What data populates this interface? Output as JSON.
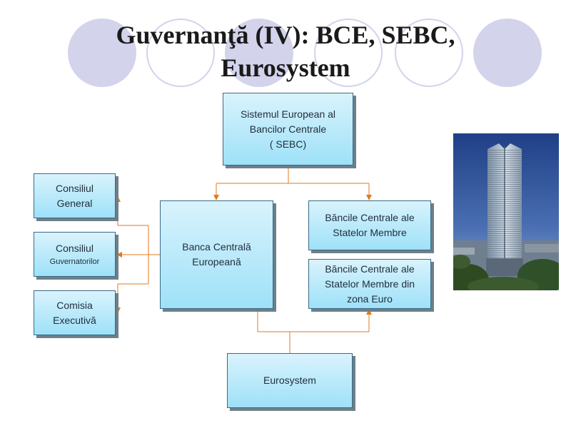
{
  "slide": {
    "title_line1": "Guvernanţă (IV): BCE, SEBC,",
    "title_line2": "Eurosystem"
  },
  "boxes": {
    "sebc": {
      "line1": "Sistemul European al",
      "line2": "Bancilor Centrale",
      "line3": "( SEBC)"
    },
    "bce": {
      "line1": "Banca Centrală",
      "line2": "Europeană"
    },
    "bcsm": {
      "line1": "Băncile Centrale ale",
      "line2": "Statelor Membre"
    },
    "bcsm_euro": {
      "line1": "Băncile Centrale ale",
      "line2": "Statelor Membre din",
      "line3": "zona Euro"
    },
    "consiliul_general": {
      "line1": "Consiliul",
      "line2": "General"
    },
    "consiliul_guvernatorilor": {
      "line1": "Consiliul",
      "line2": "Guvernatorilor"
    },
    "comisia_executiva": {
      "line1": "Comisia",
      "line2": "Executivă"
    },
    "eurosystem": {
      "line1": "Eurosystem"
    }
  },
  "colors": {
    "connector": "#e07a1c",
    "box_top": "#d9f3fd",
    "box_bottom": "#9ee1f8",
    "decor_circle": "#d3d3ec"
  },
  "image": {
    "icon": "ecb-tower-photo"
  }
}
